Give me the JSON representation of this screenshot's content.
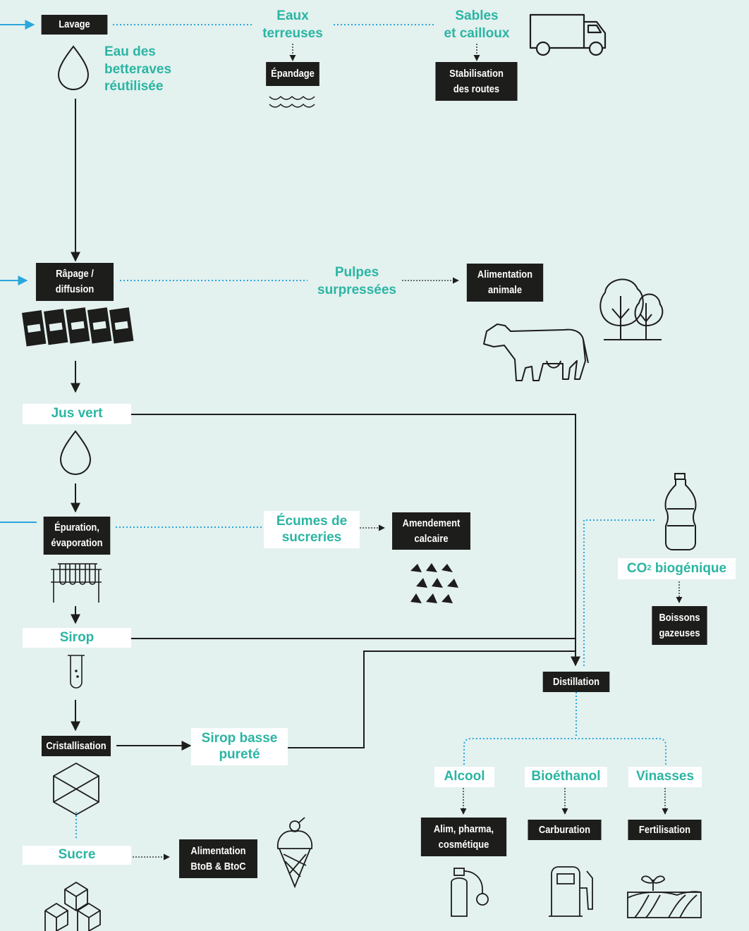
{
  "steps": {
    "lavage": "Lavage",
    "rapage": [
      "Râpage /",
      "diffusion"
    ],
    "jus_vert": "Jus vert",
    "epuration": [
      "Épuration,",
      "évaporation"
    ],
    "sirop": "Sirop",
    "cristallisation": "Cristallisation",
    "sucre": "Sucre",
    "distillation": "Distillation"
  },
  "byproducts": {
    "eau_betteraves": [
      "Eau des",
      "betteraves",
      "réutilisée"
    ],
    "eaux_terreuses": [
      "Eaux",
      "terreuses"
    ],
    "sables_cailloux": [
      "Sables",
      "et cailloux"
    ],
    "pulpes": [
      "Pulpes",
      "surpressées"
    ],
    "ecumes": [
      "Écumes de",
      "sucreries"
    ],
    "sirop_basse": [
      "Sirop basse",
      "pureté"
    ],
    "co2_main": "CO",
    "co2_sub": "2",
    "co2_rest": " biogénique",
    "alcool": "Alcool",
    "bioethanol": "Bioéthanol",
    "vinasses": "Vinasses"
  },
  "uses": {
    "epandage": "Épandage",
    "stabilisation": [
      "Stabilisation",
      "des routes"
    ],
    "alimentation_animale": [
      "Alimentation",
      "animale"
    ],
    "amendement": [
      "Amendement",
      "calcaire"
    ],
    "boissons": [
      "Boissons",
      "gazeuses"
    ],
    "alimentation_btob": [
      "Alimentation",
      "BtoB & BtoC"
    ],
    "alim_pharma": [
      "Alim, pharma,",
      "cosmétique"
    ],
    "carburation": "Carburation",
    "fertilisation": "Fertilisation"
  },
  "colors": {
    "background": "#e3f1ef",
    "teal": "#2bb5a3",
    "dark": "#1d1d1b",
    "blue_dotted": "#2aa7dc"
  },
  "icons": [
    "water-drop-icon",
    "truck-icon",
    "water-waves-icon",
    "beet-slices-icon",
    "cow-icon",
    "trees-icon",
    "test-tubes-icon",
    "test-tube-icon",
    "limestone-rocks-icon",
    "bottle-icon",
    "crystal-hexagon-icon",
    "ice-cream-icon",
    "sugar-cubes-icon",
    "spray-bottle-icon",
    "fuel-pump-icon",
    "plant-field-icon"
  ]
}
